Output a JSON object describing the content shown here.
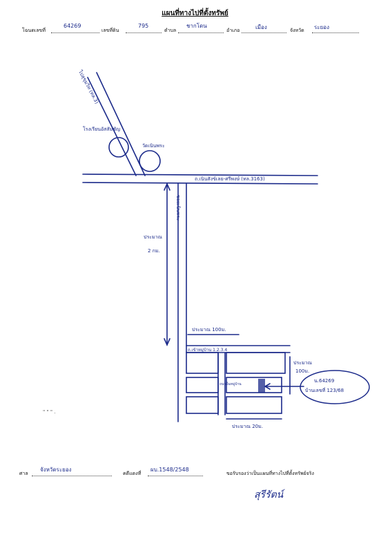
{
  "title": "แผนที่ทางไปที่ตั้งทรัพย์",
  "header": {
    "deed_label": "โฉนดเลขที่",
    "deed_no": "64269",
    "land_label": "เลขที่ดิน",
    "land_no": "795",
    "subdistrict_label": "ตำบล",
    "subdistrict": "ชากโดน",
    "district_label": "อำเภอ",
    "district": "เมือง",
    "province_label": "จังหวัด",
    "province": "ระยอง"
  },
  "map": {
    "road_nw": "ไปสุขุมวิท (ทล.3)",
    "school": "โรงเรียนอัสสัมชัญ",
    "temple": "วัดเนินพระ",
    "main_road": "ถ.เนินสังข์เลย-ศรีพงษ์ (ทล.3163)",
    "side_road": "ซอยเนินพระ",
    "distance_vertical_1": "ประมาณ",
    "distance_vertical_2": "2 กม.",
    "distance_top": "ประมาณ 100ม.",
    "soi_label": "ถ.เข้าหมู่บ้าน 1.2.3.4",
    "distance_right_1": "ประมาณ",
    "distance_right_2": "100ม.",
    "inner_road": "ถนนในหมู่บ้าน",
    "distance_bottom": "ประมาณ 20ม.",
    "target_1": "น.64269",
    "target_2": "บ้านเลขที่ 123/68",
    "margin_note": "\" \" \" ."
  },
  "footer": {
    "office_label": "ศาล",
    "office": "จังหวัดระยอง",
    "case_label": "คดีแดงที่",
    "case_no": "ผบ.1548/2548",
    "certify": "ขอรับรองว่าเป็นแผนที่ทางไปที่ตั้งทรัพย์จริง",
    "signature": "สุรีรัตน์"
  }
}
